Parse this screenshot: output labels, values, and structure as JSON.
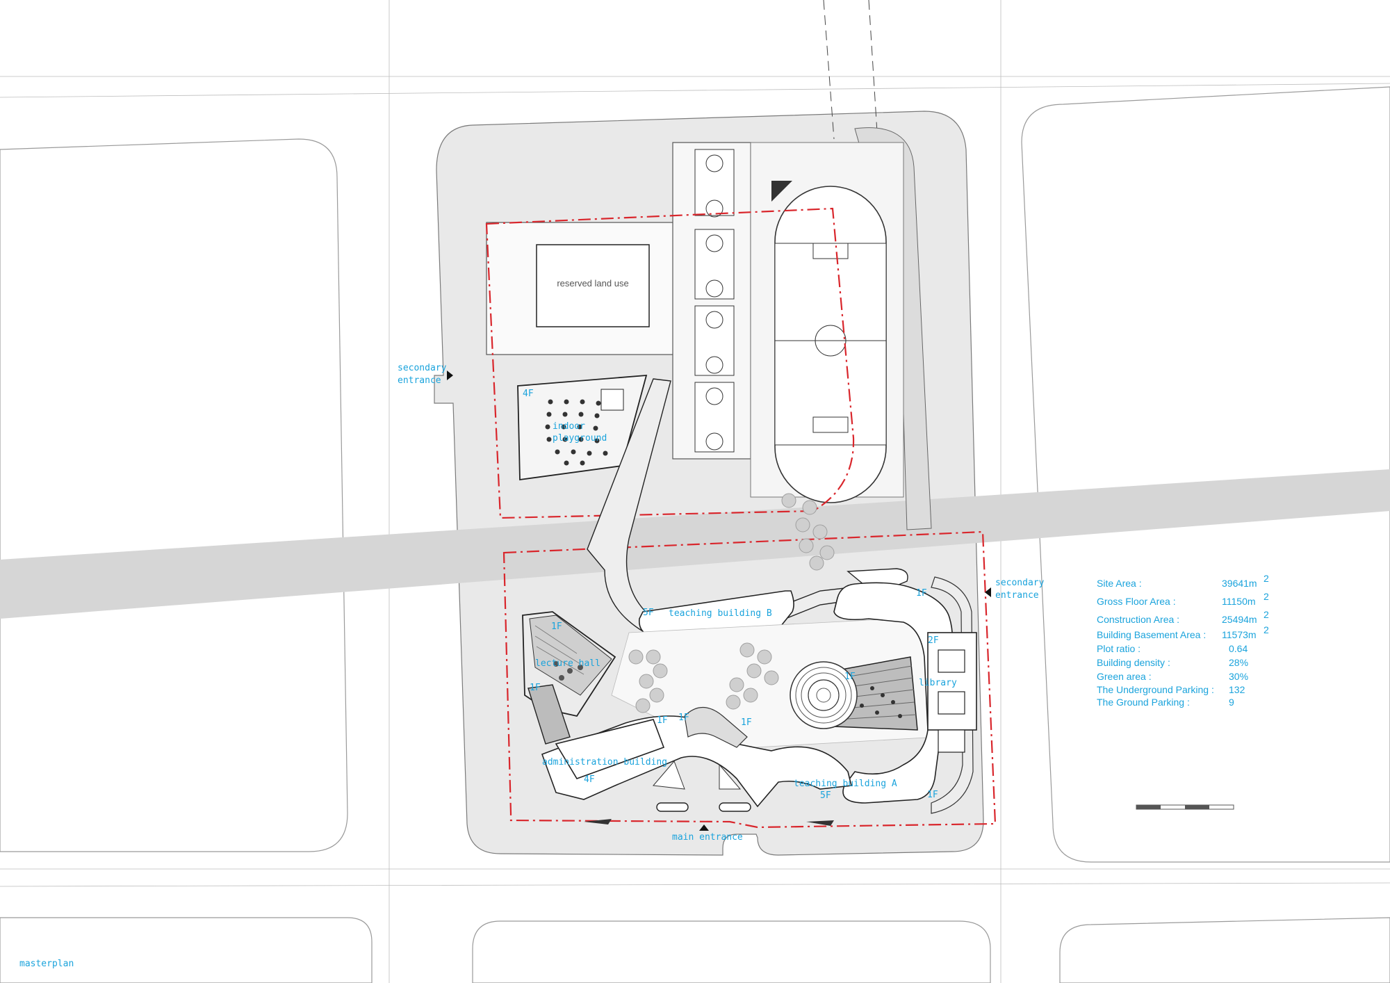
{
  "labels": {
    "reserved": "reserved land use",
    "secondary_entrance_left_1": "secondary",
    "secondary_entrance_left_2": "entrance",
    "secondary_entrance_right_1": "secondary",
    "secondary_entrance_right_2": "entrance",
    "indoor_playground_1": "indoor",
    "indoor_playground_2": "playground",
    "teaching_building_b": "teaching building B",
    "teaching_building_a": "teaching building A",
    "lecture_hall": "lecture hall",
    "administration_building": "administration building",
    "library": "library",
    "main_entrance": "main entrance",
    "masterplan": "masterplan"
  },
  "floors": {
    "playground": "4F",
    "tb_b": "5F",
    "lecture_top": "1F",
    "lecture_bottom": "1F",
    "admin_1f_a": "1F",
    "admin_1f_b": "1F",
    "admin_1f_c": "1F",
    "admin_4f": "4F",
    "tb_a_5f": "5F",
    "tb_a_1f": "1F",
    "library_1f": "1F",
    "library_2f": "2F",
    "top_right_1f": "1F"
  },
  "stats": [
    {
      "label": "Site Area :",
      "value": "39641m",
      "sup": "2"
    },
    {
      "label": "Gross Floor Area :",
      "value": "11150m",
      "sup": "2"
    },
    {
      "label": "Construction Area :",
      "value": "25494m",
      "sup": "2"
    },
    {
      "label": "Building Basement Area :",
      "value": "11573m",
      "sup": "2"
    },
    {
      "label": "Plot ratio :",
      "value": "0.64",
      "sup": ""
    },
    {
      "label": "Building density :",
      "value": "28%",
      "sup": ""
    },
    {
      "label": "Green area :",
      "value": "30%",
      "sup": ""
    },
    {
      "label": "The Underground Parking :",
      "value": "132",
      "sup": ""
    },
    {
      "label": "The Ground Parking :",
      "value": "9",
      "sup": ""
    }
  ],
  "colors": {
    "label": "#1aa3dc",
    "boundary": "#d9262c",
    "road": "#d6d6d6"
  }
}
